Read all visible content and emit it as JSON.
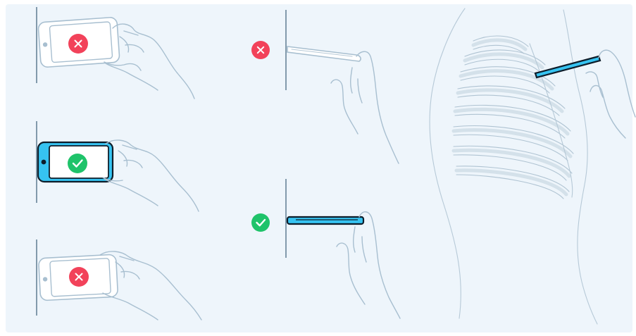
{
  "colors": {
    "background": "#eef5fb",
    "line": "#a8bfd0",
    "accent_blue": "#36c3f1",
    "outline_dark": "#0e1d2a",
    "bad_red": "#f2425a",
    "good_green": "#1fc36a"
  },
  "panels": {
    "grip": {
      "items": [
        {
          "status": "incorrect",
          "icon": "cross-icon"
        },
        {
          "status": "correct",
          "icon": "check-icon"
        },
        {
          "status": "incorrect",
          "icon": "cross-icon"
        }
      ]
    },
    "placement": {
      "items": [
        {
          "status": "incorrect",
          "icon": "cross-icon"
        },
        {
          "status": "correct",
          "icon": "check-icon"
        }
      ]
    },
    "chest": {
      "items": [
        {
          "status": "illustration"
        }
      ]
    }
  }
}
